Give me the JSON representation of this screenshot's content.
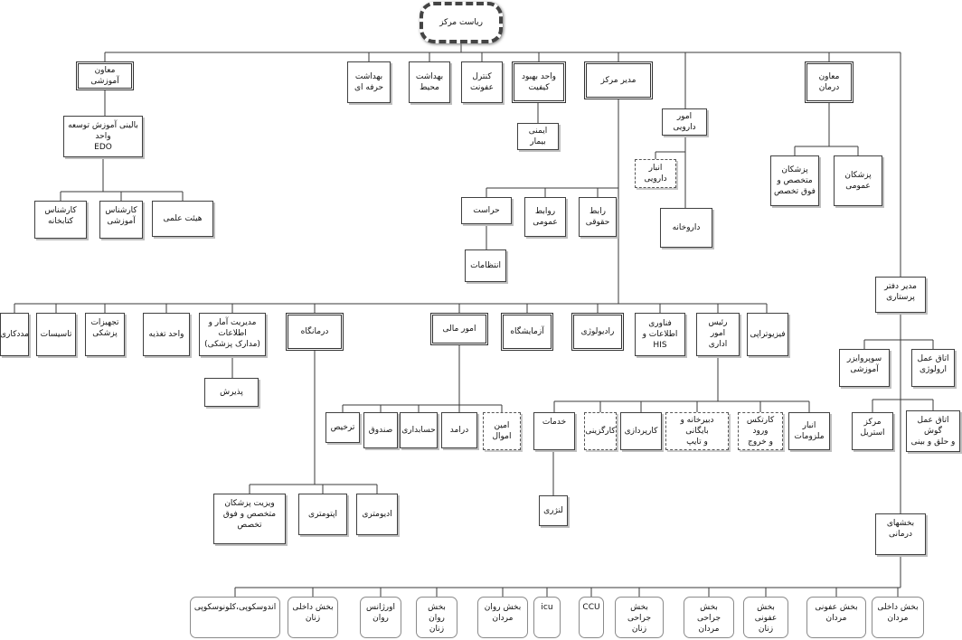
{
  "org_chart": {
    "root": "ریاست مرکز",
    "units": {
      "maven_amoozeshi": "معاون آموزشی",
      "behdasht_herfei": "بهداشت\nحرفه ای",
      "behdasht_mohit": "بهداشت\nمحیط",
      "control_ofoonat": "کنترل\nعفونت",
      "vahed_behbood": "واحد بهبود\nکیفیت",
      "modir_markaz": "مدیر مرکز",
      "maven_darman": "معاون درمان",
      "edo": "بالینی آموزش توسعه واحد\nEDO",
      "imeni_bimar": "ایمنی بیمار",
      "omoor_daroyi": "امور دارویی",
      "anbar_daroyi": "انبار دارویی",
      "darookhaneh": "داروخانه",
      "pezeshkan_motekhases": "پزشکان\nمتخصص و\nفوق تخصص",
      "pezeshkan_omoomi": "پزشکان\nعمومی",
      "karshenas_ketabkhaneh": "کارشناس\nکتابخانه",
      "karshenas_amoozeshi": "کارشناس\nآموزشی",
      "heyat_elmi": "هیئت علمی",
      "herasat": "حراست",
      "ravabet_omoomi": "روابط\nعمومی",
      "rabet_hoghooghi": "رابط\nحقوقی",
      "entezamat": "انتظامات",
      "modir_daftar_parastari": "مدیر دفتر\nپرستاری",
      "madadkari": "مددکاری",
      "tasisat": "تاسیسات",
      "tajhizat_pezeshki": "تجهیزات\nپزشکی",
      "vahed_taghzieh": "واحد تغذیه",
      "modiriat_amar": "مدیریت آمار و\nاطلاعات\n(مدارک پزشکی)",
      "darmangah": "درمانگاه",
      "omoor_mali": "امور مالی",
      "azmayeshgah": "آزمایشگاه",
      "radiology": "رادیولوژی",
      "fanavari": "فناوری\nاطلاعات و HIS",
      "raees_edari": "رئیس امور\nاداری",
      "physiotherapy": "فیزیوتراپی",
      "supervisor": "سوپروایزر\nآموزشی",
      "otagh_urology": "اتاق عمل\nارولوژی",
      "paziresh": "پذیرش",
      "tarkhis": "ترخیص",
      "sandoogh": "صندوق",
      "hesabdari": "حسابداری",
      "daramad": "درامد",
      "amin_amval": "امین اموال",
      "khadamat": "خدمات",
      "kargozini": "کارگزینی",
      "karpardazi": "کارپردازی",
      "dabirkhaneh": "دبیرخانه و بایگانی\nو تایپ",
      "karteks": "کارتکس ورود\nو خروج",
      "anbar_lavazem": "انبار\nملزومات",
      "markaz_esteril": "مرکز\nاستریل",
      "otagh_goosh": "اتاق عمل گوش\nو حلق و بینی",
      "laundry": "لنژری",
      "visit_pezeshkan": "ویزیت پزشکان\nمتخصص و فوق\nتخصص",
      "optometry": "اپتومتری",
      "audiometry": "ادیومتری",
      "bakhsh_haye_darmani": "بخشهای\nدرمانی"
    },
    "wards": [
      "اندوسکوپی،کلونوسکوپی",
      "بخش داخلی\nزنان",
      "اورژانس\nروان",
      "بخش روان\nزنان",
      "بخش روان\nمردان",
      "icu",
      "CCU",
      "بخش جراحی\nزنان",
      "بخش جراحی\nمردان",
      "بخش عفونی\nزنان",
      "بخش عفونی\nمردان",
      "بخش داخلی\nمردان"
    ]
  },
  "colors": {
    "line": "#3a3a3a",
    "border": "#404040",
    "background": "#ffffff"
  }
}
